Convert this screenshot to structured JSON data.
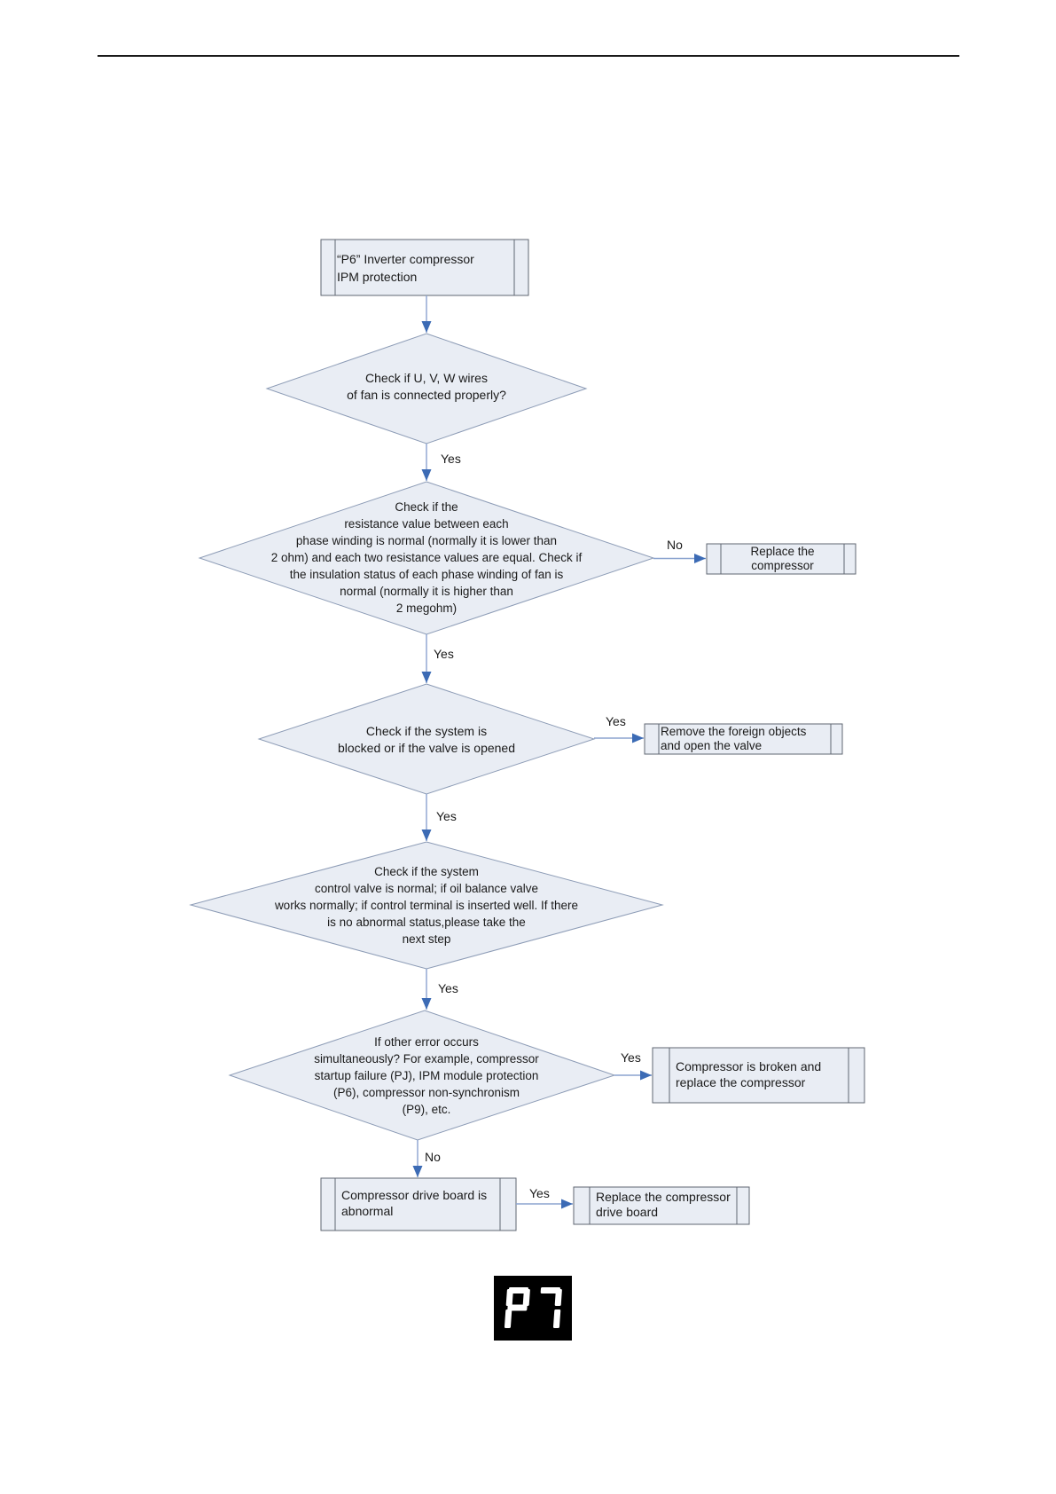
{
  "page": {
    "background": "#ffffff",
    "header_rule_color": "#1a1a1a"
  },
  "colors": {
    "shape_fill": "#e9edf4",
    "diamond_border": "#8d9cb6",
    "box_border": "#5f6672",
    "arrow_line": "#8ba3cf",
    "arrow_head": "#3c6bb5",
    "text": "#1a1a1a",
    "display_background": "#000000",
    "display_segment": "#ffffff"
  },
  "nodes": {
    "start": {
      "label": "“P6” Inverter compressor\nIPM protection"
    },
    "check_wires": {
      "label": "Check if U, V, W wires\nof fan is connected properly?"
    },
    "check_resistance": {
      "label": "Check if the\nresistance value between each\nphase winding is normal (normally it is lower than\n2 ohm) and each two resistance values are equal. Check if\nthe insulation status of each phase winding of fan is\nnormal (normally it is higher than\n2 megohm)"
    },
    "replace_compressor": {
      "label": "Replace the\ncompressor"
    },
    "check_system_blocked": {
      "label": "Check if the system is\nblocked or if the valve is opened"
    },
    "remove_foreign_objects": {
      "label": "Remove the foreign objects\nand open the valve"
    },
    "check_control_valve": {
      "label": "Check if the system\ncontrol valve is normal; if oil balance valve\nworks normally; if control terminal is inserted well. If there\nis no abnormal status,please take the\nnext step"
    },
    "check_other_errors": {
      "label": "If other error occurs\nsimultaneously? For example, compressor\nstartup failure (PJ), IPM module protection\n(P6), compressor non-synchronism\n(P9), etc."
    },
    "compressor_broken": {
      "label": "Compressor is broken and\nreplace the compressor"
    },
    "drive_board_abnormal": {
      "label": "Compressor drive board is\nabnormal"
    },
    "replace_drive_board": {
      "label": "Replace the compressor\ndrive board"
    }
  },
  "edge_labels": {
    "wires_to_resistance": "Yes",
    "resistance_to_replace": "No",
    "resistance_to_blocked": "Yes",
    "blocked_to_remove": "Yes",
    "blocked_to_valve": "Yes",
    "valve_to_errors": "Yes",
    "errors_to_broken": "Yes",
    "errors_to_driveboard": "No",
    "driveboard_to_replace": "Yes"
  },
  "display": {
    "code": "P7"
  }
}
